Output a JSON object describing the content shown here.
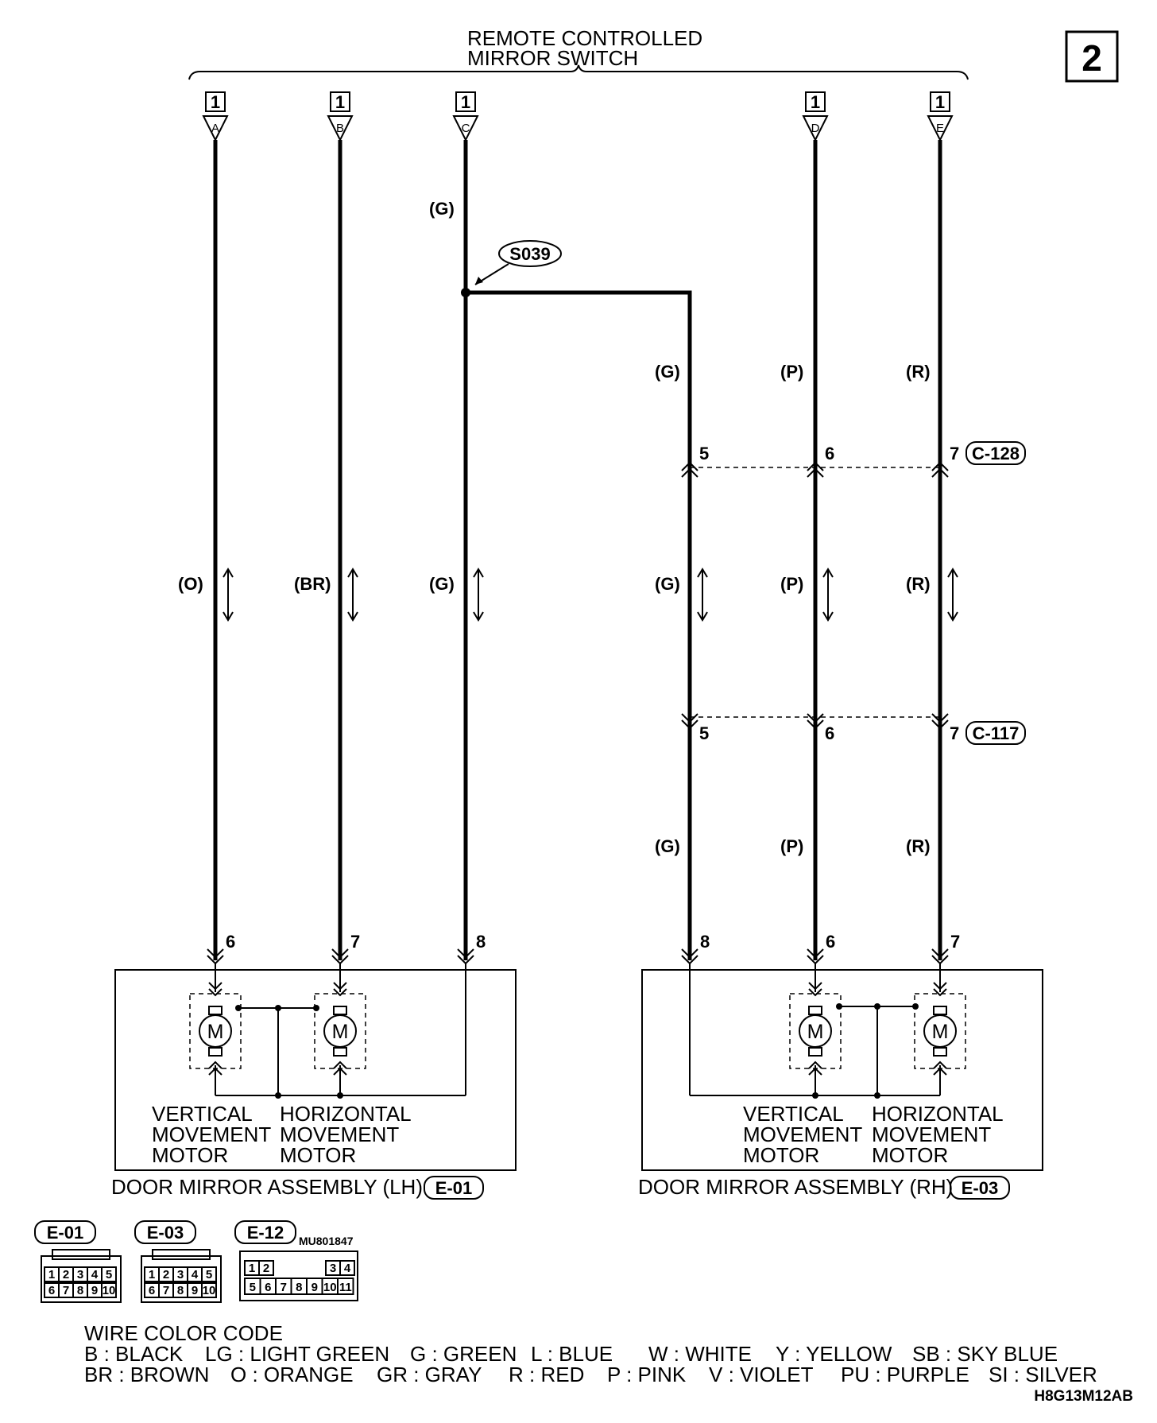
{
  "page_number": "2",
  "switch": {
    "line1": "REMOTE CONTROLLED",
    "line2": "MIRROR SWITCH"
  },
  "switch_terminals": [
    {
      "num": "1",
      "letter": "A"
    },
    {
      "num": "1",
      "letter": "B"
    },
    {
      "num": "1",
      "letter": "C"
    },
    {
      "num": "1",
      "letter": "D"
    },
    {
      "num": "1",
      "letter": "E"
    }
  ],
  "splice": "S039",
  "wire_colors": {
    "c_top": "(G)",
    "rh_upper": [
      "(G)",
      "(P)",
      "(R)"
    ],
    "lh_mid": [
      "(O)",
      "(BR)",
      "(G)"
    ],
    "rh_mid": [
      "(G)",
      "(P)",
      "(R)"
    ],
    "rh_lower": [
      "(G)",
      "(P)",
      "(R)"
    ]
  },
  "connector_c128": {
    "name": "C-128",
    "pins": [
      "5",
      "6",
      "7"
    ]
  },
  "connector_c117": {
    "name": "C-117",
    "pins": [
      "5",
      "6",
      "7"
    ]
  },
  "lh_pins": [
    "6",
    "7",
    "8"
  ],
  "rh_pins": [
    "8",
    "6",
    "7"
  ],
  "motor_symbol": "M",
  "lh_assembly": {
    "vertical": [
      "VERTICAL",
      "MOVEMENT",
      "MOTOR"
    ],
    "horizontal": [
      "HORIZONTAL",
      "MOVEMENT",
      "MOTOR"
    ],
    "name": "DOOR MIRROR ASSEMBLY (LH)",
    "connector": "E-01"
  },
  "rh_assembly": {
    "vertical": [
      "VERTICAL",
      "MOVEMENT",
      "MOTOR"
    ],
    "horizontal": [
      "HORIZONTAL",
      "MOVEMENT",
      "MOTOR"
    ],
    "name": "DOOR MIRROR ASSEMBLY (RH)",
    "connector": "E-03"
  },
  "connector_faces": [
    {
      "name": "E-01",
      "top": [
        "1",
        "2",
        "3",
        "4",
        "5"
      ],
      "bottom": [
        "6",
        "7",
        "8",
        "9",
        "10"
      ]
    },
    {
      "name": "E-03",
      "top": [
        "1",
        "2",
        "3",
        "4",
        "5"
      ],
      "bottom": [
        "6",
        "7",
        "8",
        "9",
        "10"
      ]
    },
    {
      "name": "E-12",
      "part": "MU801847",
      "top": [
        "1",
        "2",
        "3",
        "4"
      ],
      "bottom": [
        "5",
        "6",
        "7",
        "8",
        "9",
        "10",
        "11"
      ]
    }
  ],
  "wire_color_code": {
    "title": "WIRE COLOR CODE",
    "row1": [
      "B : BLACK",
      "LG : LIGHT GREEN",
      "G : GREEN",
      "L : BLUE",
      "W : WHITE",
      "Y : YELLOW",
      "SB : SKY BLUE"
    ],
    "row2": [
      "BR : BROWN",
      "O : ORANGE",
      "GR : GRAY",
      "R : RED",
      "P : PINK",
      "V : VIOLET",
      "PU : PURPLE",
      "SI : SILVER"
    ]
  },
  "figure_code": "H8G13M12AB"
}
